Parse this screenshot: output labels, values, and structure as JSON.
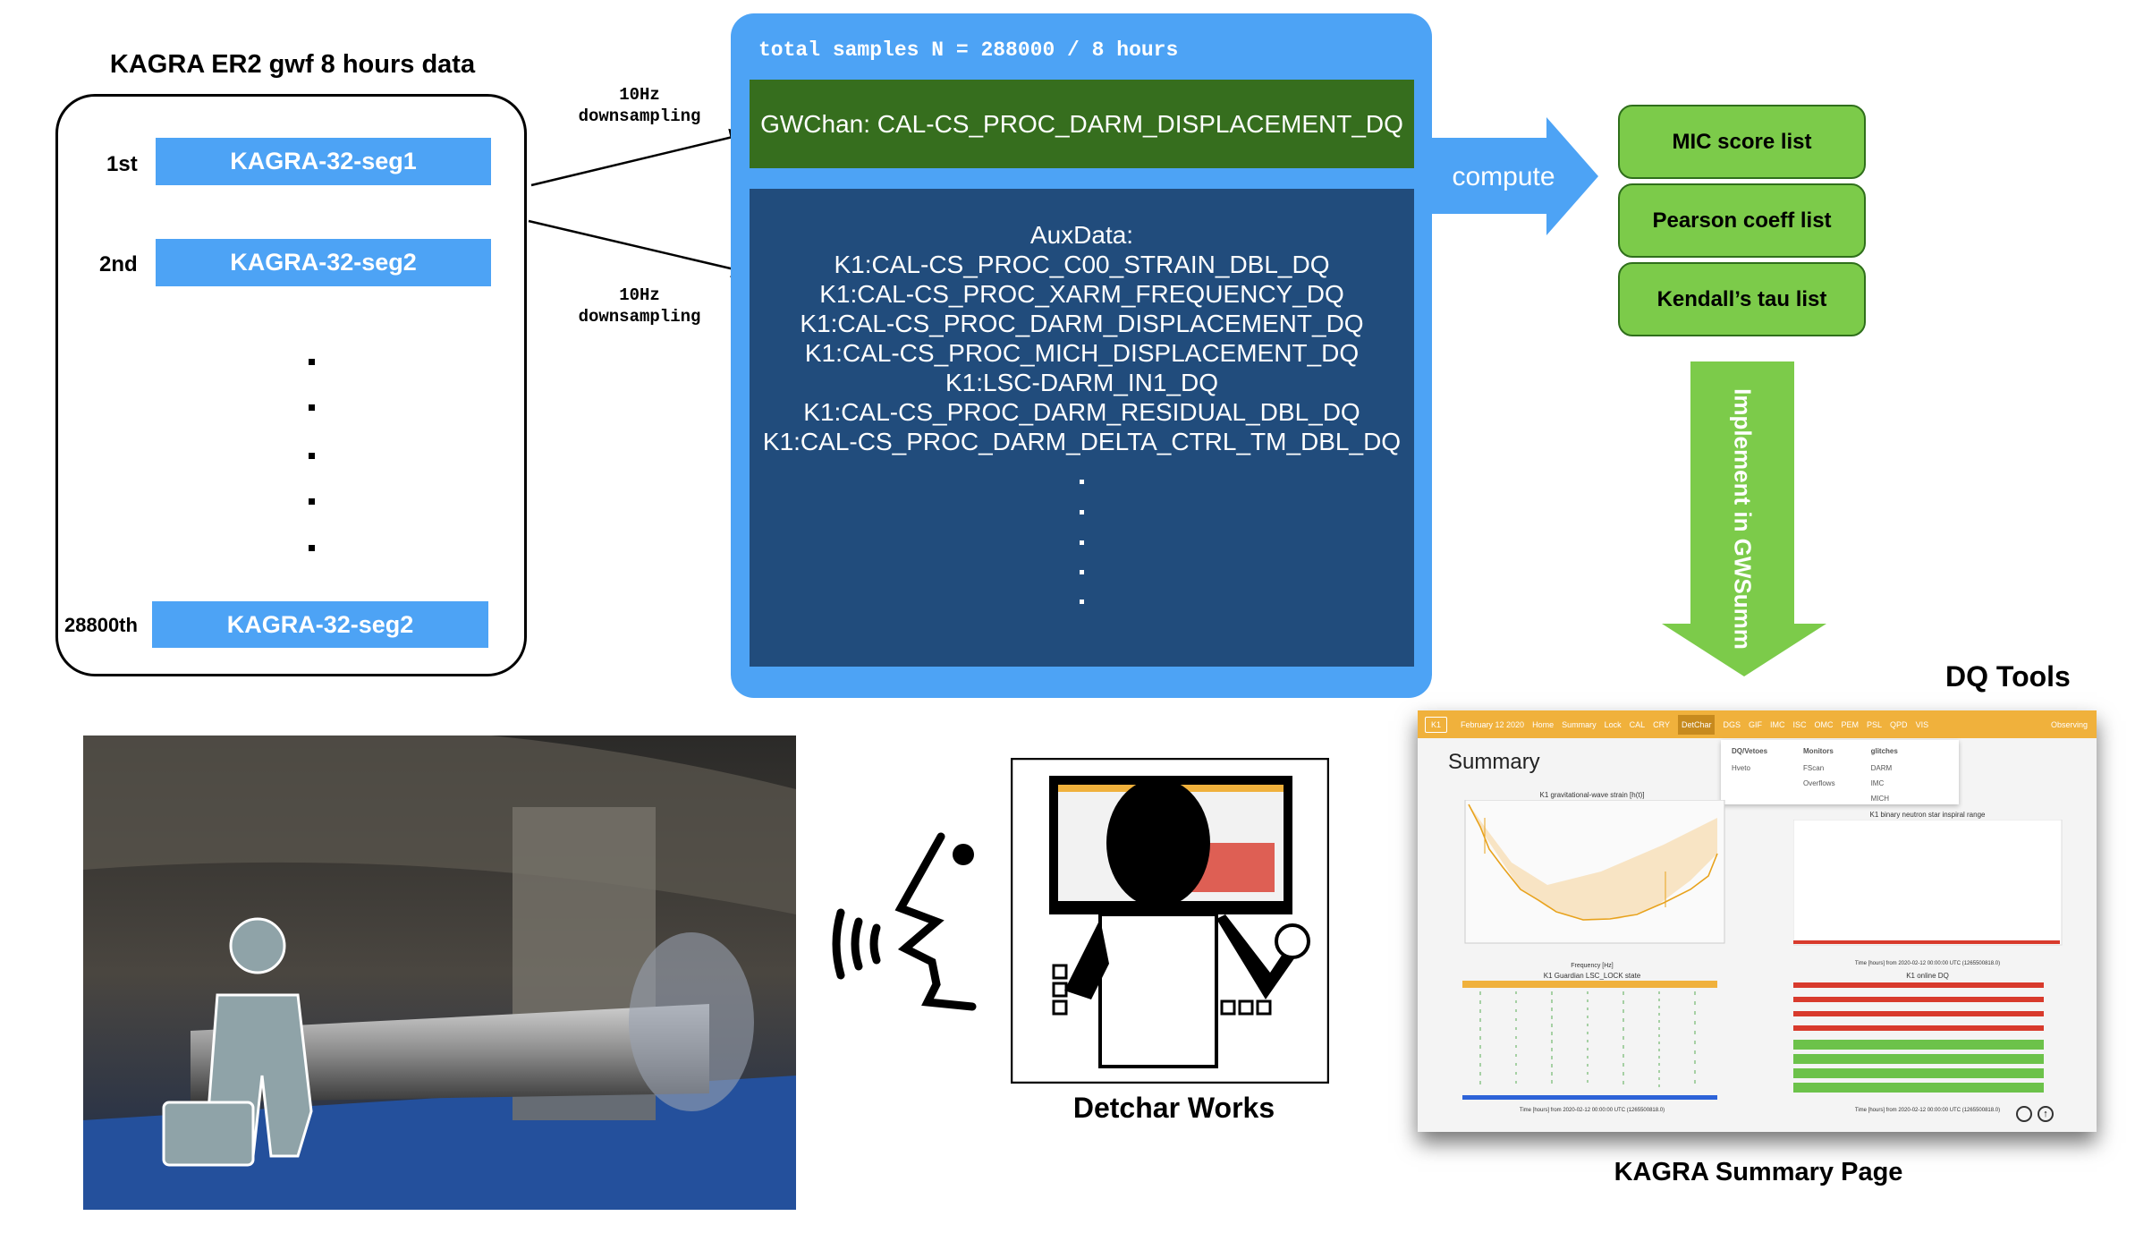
{
  "left": {
    "title": "KAGRA ER2 gwf 8 hours data",
    "segments": [
      {
        "ordinal": "1st",
        "label": "KAGRA-32-seg1"
      },
      {
        "ordinal": "2nd",
        "label": "KAGRA-32-seg2"
      },
      {
        "ordinal": "28800th",
        "label": "KAGRA-32-seg2"
      }
    ]
  },
  "arrows": {
    "downsampling_1": [
      "10Hz",
      "downsampling"
    ],
    "downsampling_2": [
      "10Hz",
      "downsampling"
    ]
  },
  "main": {
    "header": "total samples N = 288000 / 8 hours",
    "gwchan": "GWChan: CAL-CS_PROC_DARM_DISPLACEMENT_DQ",
    "aux_title": "AuxData:",
    "aux_channels": [
      "K1:CAL-CS_PROC_C00_STRAIN_DBL_DQ",
      "K1:CAL-CS_PROC_XARM_FREQUENCY_DQ",
      "K1:CAL-CS_PROC_DARM_DISPLACEMENT_DQ",
      "K1:CAL-CS_PROC_MICH_DISPLACEMENT_DQ",
      "K1:LSC-DARM_IN1_DQ",
      "K1:CAL-CS_PROC_DARM_RESIDUAL_DBL_DQ",
      "K1:CAL-CS_PROC_DARM_DELTA_CTRL_TM_DBL_DQ"
    ]
  },
  "compute_label": "compute",
  "outputs": [
    "MIC score list",
    "Pearson coeff list",
    "Kendall’s tau list"
  ],
  "implement_label": "Implement in GWSumm",
  "dq_tools_label": "DQ Tools",
  "summary_page": {
    "caption": "KAGRA Summary Page",
    "nav": {
      "site": "K1",
      "date": "February 12 2020",
      "items": [
        "Home",
        "Summary",
        "Lock",
        "CAL",
        "CRY",
        "DetChar",
        "DGS",
        "GIF",
        "IMC",
        "ISC",
        "OMC",
        "PEM",
        "PSL",
        "QPD",
        "VIS"
      ],
      "active": "DetChar",
      "state": "Observing"
    },
    "dropdown": {
      "columns": [
        {
          "header": "DQ/Vetoes",
          "items": [
            "Hveto"
          ]
        },
        {
          "header": "Monitors",
          "items": [
            "FScan",
            "Overflows"
          ]
        },
        {
          "header": "glitches",
          "items": [
            "DARM",
            "IMC",
            "MICH"
          ]
        }
      ]
    },
    "title": "Summary",
    "plots": [
      {
        "title": "K1 gravitational-wave strain [h(t)]",
        "xlabel": "Frequency [Hz]"
      },
      {
        "title": "K1 binary neutron star inspiral range",
        "xlabel": "Time [hours] from 2020-02-12 00:00:00 UTC (1265500818.0)"
      },
      {
        "title": "K1 Guardian LSC_LOCK state",
        "xlabel": "Time [hours] from 2020-02-12 00:00:00 UTC (1265500818.0)"
      },
      {
        "title": "K1 online DQ",
        "xlabel": "Time [hours] from 2020-02-12 00:00:00 UTC (1265500818.0)"
      }
    ],
    "nav_color": "#f0b13c"
  },
  "detchar_label": "Detchar Works",
  "colors": {
    "panel_blue": "#4da3f5",
    "gw_green": "#366e1e",
    "aux_navy": "#214c7c",
    "output_green": "#7ccb4a"
  }
}
